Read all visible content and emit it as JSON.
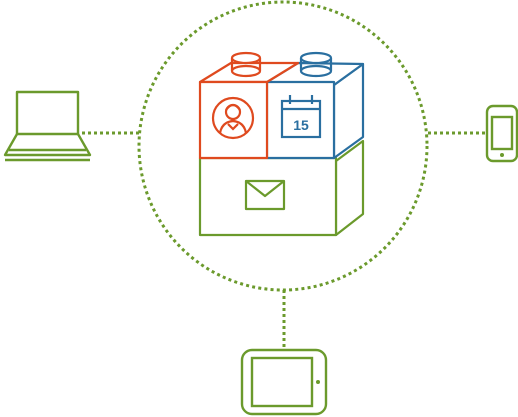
{
  "colors": {
    "green": "#6b9a2c",
    "orange": "#df4a1f",
    "blue": "#2a6fa0",
    "background": "#ffffff"
  },
  "hub": {
    "name": "sync-hub",
    "blocks": [
      {
        "name": "contacts-block",
        "color": "orange",
        "icon": "contact-icon"
      },
      {
        "name": "calendar-block",
        "color": "blue",
        "icon": "calendar-icon",
        "icon_text": "15"
      },
      {
        "name": "mail-block",
        "color": "green",
        "icon": "mail-icon"
      }
    ]
  },
  "devices": [
    {
      "name": "laptop",
      "icon": "laptop-icon"
    },
    {
      "name": "phone",
      "icon": "phone-icon"
    },
    {
      "name": "tablet",
      "icon": "tablet-icon"
    }
  ]
}
